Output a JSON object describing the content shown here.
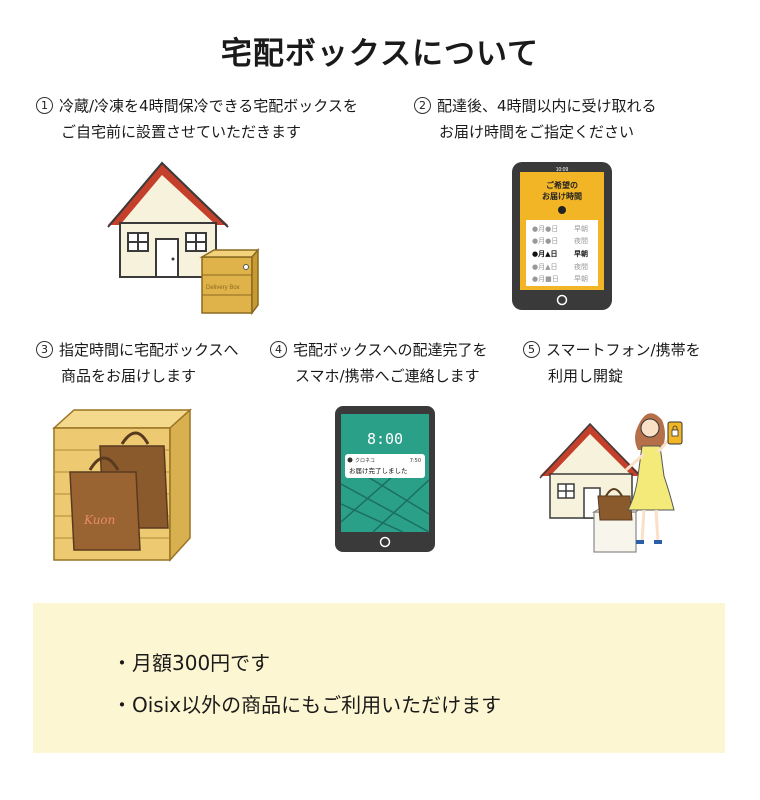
{
  "title": "宅配ボックスについて",
  "steps": [
    {
      "num": "1",
      "line1": "冷蔵/冷凍を4時間保冷できる宅配ボックスを",
      "line2": "ご自宅前に設置させていただきます"
    },
    {
      "num": "2",
      "line1": "配達後、4時間以内に受け取れる",
      "line2": "お届け時間をご指定ください"
    },
    {
      "num": "3",
      "line1": "指定時間に宅配ボックスへ",
      "line2": "商品をお届けします"
    },
    {
      "num": "4",
      "line1": "宅配ボックスへの配達完了を",
      "line2": "スマホ/携帯へご連絡します"
    },
    {
      "num": "5",
      "line1": "スマートフォン/携帯を",
      "line2": "利用し開錠"
    }
  ],
  "phone1": {
    "status_time": "10:09",
    "header_line1": "ご希望の",
    "header_line2": "お届け時間",
    "rows": [
      {
        "day": "●月●日",
        "slot": "早朝"
      },
      {
        "day": "●月●日",
        "slot": "夜間"
      },
      {
        "day": "●月▲日",
        "slot": "早朝"
      },
      {
        "day": "●月▲日",
        "slot": "夜間"
      },
      {
        "day": "●月■日",
        "slot": "早朝"
      }
    ]
  },
  "phone2": {
    "clock": "8:00",
    "notif_app": "クロネコ",
    "notif_time": "7:50",
    "notif_text": "お届け完了しました"
  },
  "box_label": "Delivery Box",
  "bag_label": "Kuon",
  "notes": [
    "・月額300円です",
    "・Oisix以外の商品にもご利用いただけます"
  ]
}
